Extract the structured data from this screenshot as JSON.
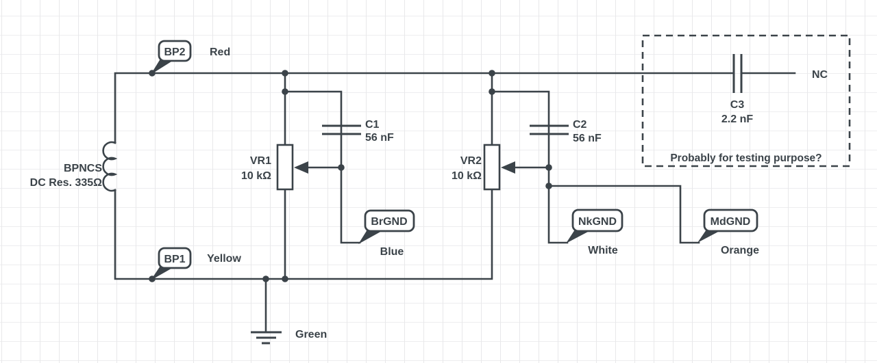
{
  "colors": {
    "red": "#fe0000",
    "yellow": "#ffd600",
    "blue": "#0000fe",
    "white": "#b5b5b5",
    "orange": "#ff8c00",
    "green": "#008000",
    "wire": "#3b4349"
  },
  "callouts": {
    "bp2": "BP2",
    "bp1": "BP1",
    "brgnd": "BrGND",
    "nkgnd": "NkGND",
    "mdgnd": "MdGND"
  },
  "wire_colors": {
    "bp2": "Red",
    "bp1": "Yellow",
    "brgnd": "Blue",
    "nkgnd": "White",
    "mdgnd": "Orange",
    "ground": "Green"
  },
  "components": {
    "coil": {
      "name": "BPNCS",
      "detail": "DC Res. 335Ω"
    },
    "vr1": {
      "name": "VR1",
      "value": "10 kΩ"
    },
    "vr2": {
      "name": "VR2",
      "value": "10 kΩ"
    },
    "c1": {
      "name": "C1",
      "value": "56 nF"
    },
    "c2": {
      "name": "C2",
      "value": "56 nF"
    },
    "c3": {
      "name": "C3",
      "value": "2.2 nF"
    }
  },
  "annotations": {
    "nc": "NC",
    "note": "Probably for testing purpose?"
  }
}
